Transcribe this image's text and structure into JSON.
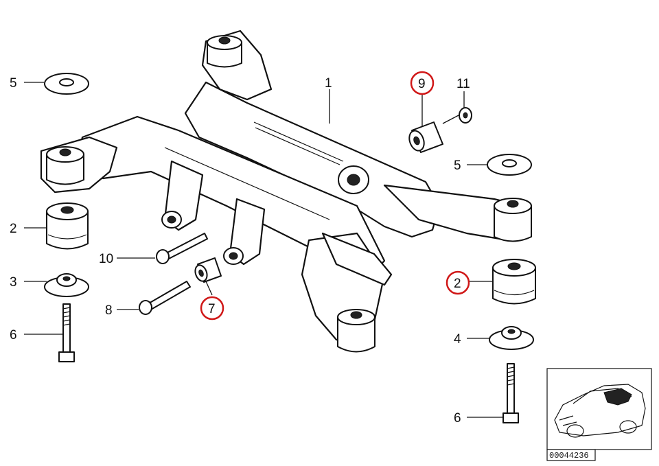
{
  "callouts": [
    {
      "id": "1",
      "label": "1",
      "highlighted": false
    },
    {
      "id": "5a",
      "label": "5",
      "highlighted": false
    },
    {
      "id": "9",
      "label": "9",
      "highlighted": true
    },
    {
      "id": "11",
      "label": "11",
      "highlighted": false
    },
    {
      "id": "5b",
      "label": "5",
      "highlighted": false
    },
    {
      "id": "2a",
      "label": "2",
      "highlighted": false
    },
    {
      "id": "10",
      "label": "10",
      "highlighted": false
    },
    {
      "id": "3",
      "label": "3",
      "highlighted": false
    },
    {
      "id": "8",
      "label": "8",
      "highlighted": false
    },
    {
      "id": "7",
      "label": "7",
      "highlighted": true
    },
    {
      "id": "6a",
      "label": "6",
      "highlighted": false
    },
    {
      "id": "2b",
      "label": "2",
      "highlighted": true
    },
    {
      "id": "4",
      "label": "4",
      "highlighted": false
    },
    {
      "id": "6b",
      "label": "6",
      "highlighted": false
    }
  ],
  "reference_code": "00044236",
  "colors": {
    "highlight_ring": "#d01818",
    "ink": "#111111"
  }
}
